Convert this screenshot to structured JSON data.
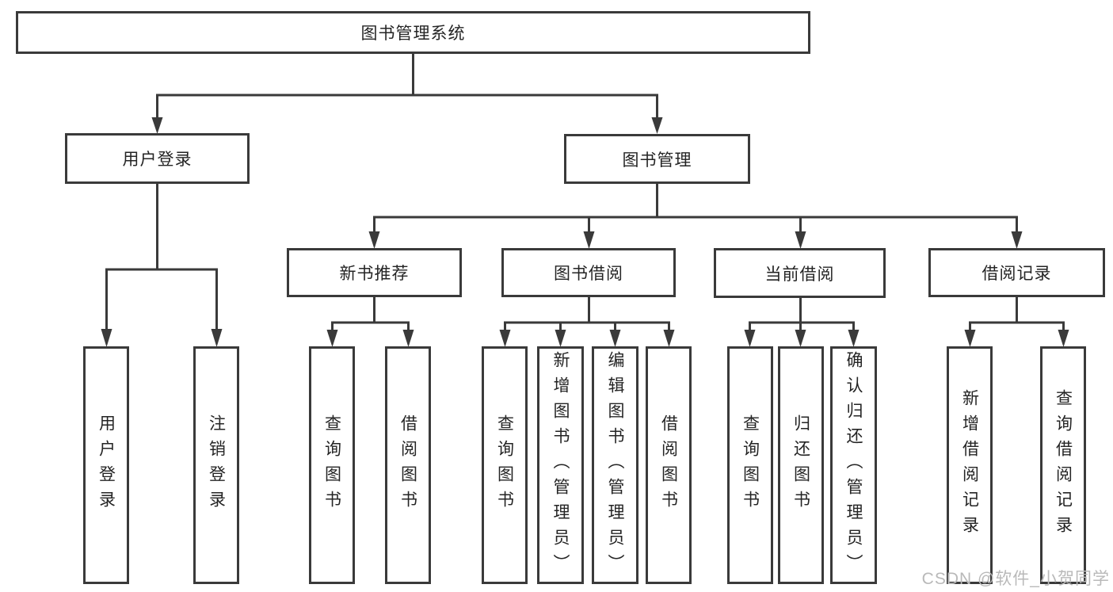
{
  "tree": {
    "root": {
      "label": "图书管理系统",
      "children": [
        {
          "label": "用户登录",
          "children": [
            {
              "label": "用户登录"
            },
            {
              "label": "注销登录"
            }
          ]
        },
        {
          "label": "图书管理",
          "children": [
            {
              "label": "新书推荐",
              "children": [
                {
                  "label": "查询图书"
                },
                {
                  "label": "借阅图书"
                }
              ]
            },
            {
              "label": "图书借阅",
              "children": [
                {
                  "label": "查询图书"
                },
                {
                  "label": "新增图书（管理员）"
                },
                {
                  "label": "编辑图书（管理员）"
                },
                {
                  "label": "借阅图书"
                }
              ]
            },
            {
              "label": "当前借阅",
              "children": [
                {
                  "label": "查询图书"
                },
                {
                  "label": "归还图书"
                },
                {
                  "label": "确认归还（管理员）"
                }
              ]
            },
            {
              "label": "借阅记录",
              "children": [
                {
                  "label": "新增借阅记录"
                },
                {
                  "label": "查询借阅记录"
                }
              ]
            }
          ]
        }
      ]
    }
  },
  "watermark": {
    "text": "CSDN @软件_小贺同学"
  },
  "colors": {
    "line": "#3a3a3a",
    "node_border": "#3a3a3a",
    "text": "#242424",
    "background": "#ffffff",
    "watermark": "#b9b9b9"
  }
}
